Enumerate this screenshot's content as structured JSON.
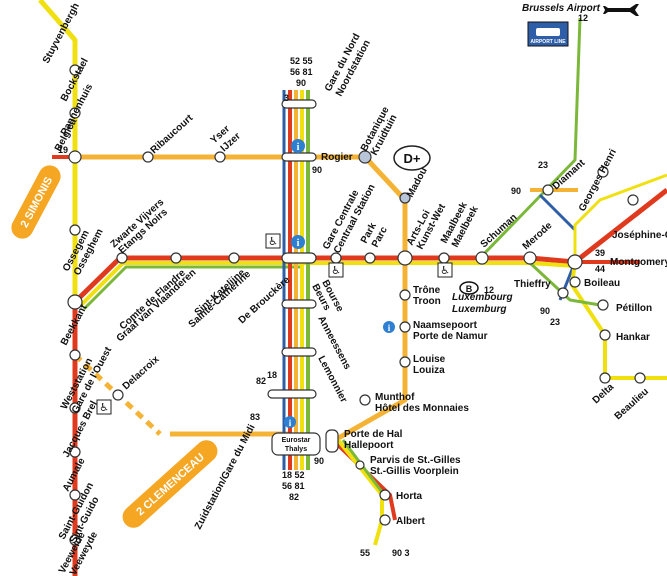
{
  "colors": {
    "yellow": "#f0e010",
    "orange": "#f5b335",
    "red": "#e03a1e",
    "green": "#7bb83a",
    "blue": "#2e5ea8",
    "stop_fill": "#ffffff",
    "terminal_badge": "#f5a623",
    "info": "#2e7fd1"
  },
  "icons": [
    "airplane-icon",
    "wheelchair-icon",
    "info-icon",
    "sncb-train-icon",
    "dplus-icon",
    "airport-bus-icon"
  ],
  "airport": {
    "label": "Brussels Airport",
    "line": "12"
  },
  "terminals": {
    "simonis": "2 SIMONIS",
    "clemenceau": "2 CLEMENCEAU"
  },
  "stations": {
    "stuyvenbergh": "Stuyvenbergh",
    "bockstael": "Bockstael",
    "pannenhuis": "Pannenhuis",
    "belgica": "Belgica",
    "ribaucourt": "Ribaucourt",
    "yser": "Yser",
    "ijzer": "IJzer",
    "gare_du_nord": "Gare du Nord",
    "noordstation": "Noordstation",
    "rogier": "Rogier",
    "botanique": "Botanique",
    "kruidtuin": "Kruidtuin",
    "madou": "Madou",
    "ossegem": "Ossegem",
    "osseghem": "Osseghem",
    "zwarte_vijvers": "Zwarte Vijvers",
    "etangs_noirs": "Etangs Noirs",
    "comte_de_flandre": "Comte de Flandre",
    "graaf_van_vlaanderen": "Graaf van Vlaanderen",
    "sint_katelijne": "Sint-Katelijne",
    "sainte_catherine": "Sainte-Catherine",
    "de_brouckere": "De Brouckère",
    "gare_centrale": "Gare Centrale",
    "centraal_station": "Centraal Station",
    "park": "Park",
    "parc": "Parc",
    "arts_loi": "Arts-Loi",
    "kunst_wet": "Kunst-Wet",
    "maalbeek": "Maalbeek",
    "maelbeek": "Maelbeek",
    "schuman": "Schuman",
    "merode": "Merode",
    "diamant": "Diamant",
    "georges_henri": "Georges Henri",
    "josephine_ch": "Joséphine-Ch",
    "montgomery": "Montgomery",
    "thieffry": "Thieffry",
    "boileau": "Boileau",
    "petillon": "Pétillon",
    "hankar": "Hankar",
    "delta": "Delta",
    "beaulieu": "Beaulieu",
    "beekkant": "Beekkant",
    "bourse": "Bourse",
    "beurs": "Beurs",
    "anneessens": "Anneessens",
    "lemonnier": "Lemonnier",
    "trone": "Trône",
    "troon": "Troon",
    "naamsepoort": "Naamsepoort",
    "porte_de_namur": "Porte de Namur",
    "louise": "Louise",
    "louiza": "Louiza",
    "munthof": "Munthof",
    "hotel_des_monnaies": "Hôtel des Monnaies",
    "weststation": "Weststation",
    "gare_de_l_ouest": "Gare de l'Ouest",
    "delacroix": "Delacroix",
    "jacques_brel": "Jacques Brel",
    "aumale": "Aumale",
    "saint_guidon": "Saint-Guidon",
    "sint_guido": "Sint-Guido",
    "veeweide": "Veeweide",
    "veeweyde": "Veeweyde",
    "zuidstation": "Zuidstation/Gare du Midi",
    "porte_de_hal": "Porte de Hal",
    "hallepoort": "Hallepoort",
    "parvis_st_gilles": "Parvis de St.-Gilles",
    "st_gillis_voorplein": "St.-Gillis Voorplein",
    "horta": "Horta",
    "albert": "Albert",
    "luxembourg_fr": "Luxembourg",
    "luxembourg_nl": "Luxemburg",
    "eurostar": "Eurostar",
    "thalys": "Thalys",
    "airport_bus_label": "AIRPORT LINE",
    "dplus": "D+",
    "sncb": "B"
  },
  "line_numbers": {
    "north_top_a": "52 55",
    "north_top_b": "56 81",
    "north_top_c": "90",
    "north_3": "3",
    "rogier_90": "90",
    "belgica_19": "19",
    "diamant_23": "23",
    "diamant_90": "90",
    "montgomery_39": "39",
    "montgomery_44": "44",
    "lux_12": "12",
    "thieffry_90": "90",
    "thieffry_23": "23",
    "lemonnier_82": "82",
    "lemonnier_18": "18",
    "midi_83": "83",
    "midi_90": "90",
    "midi_bottom_a": "18  52",
    "midi_bottom_b": "56  81",
    "midi_bottom_c": "82",
    "albert_55": "55",
    "albert_90_3": "90 3"
  }
}
